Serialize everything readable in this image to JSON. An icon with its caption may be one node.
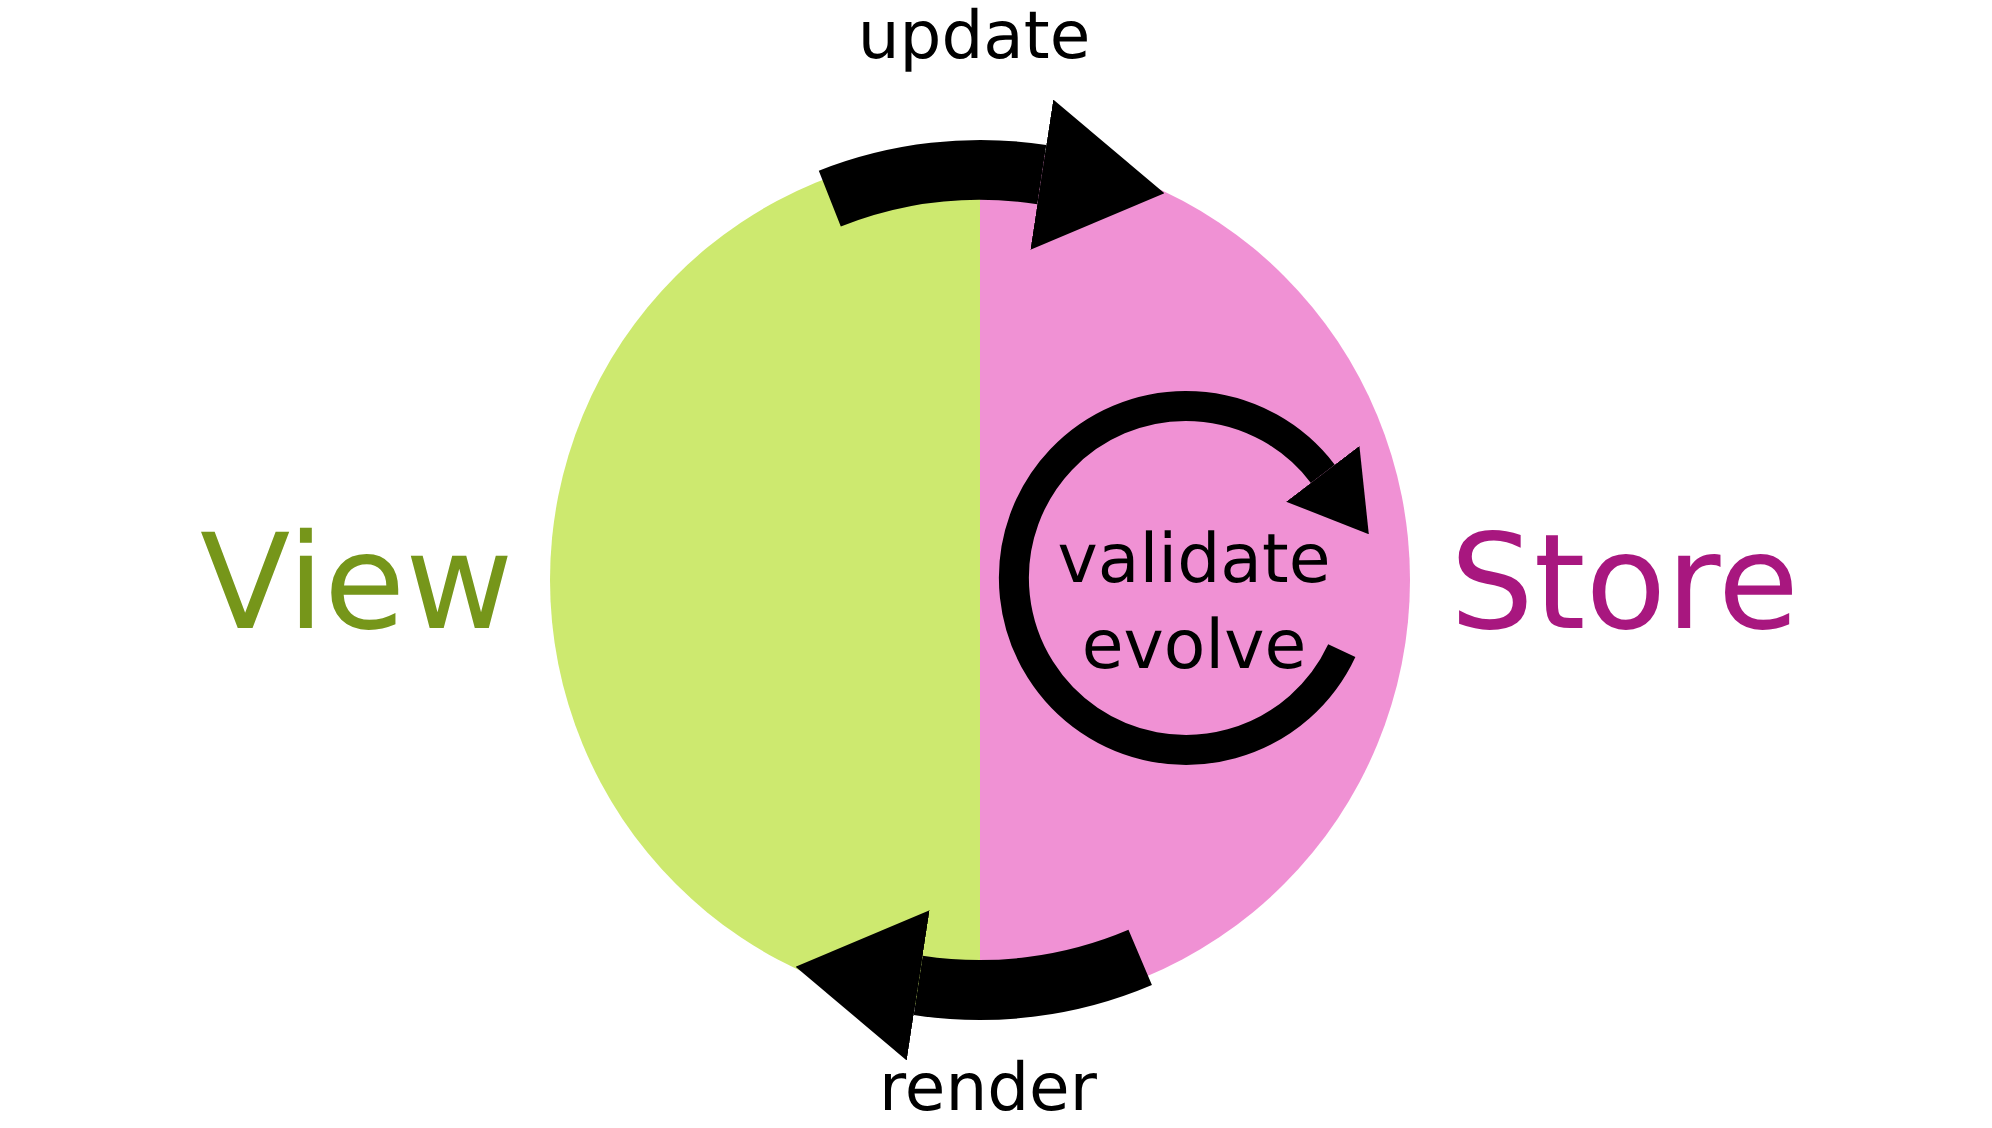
{
  "diagram": {
    "nodes": [
      {
        "text": [
          "View"
        ]
      },
      {
        "text": [
          "Store"
        ]
      }
    ],
    "edges": [
      {
        "from": 0,
        "to": 1,
        "arrow": "to",
        "label": "update"
      },
      {
        "from": 1,
        "to": 0,
        "arrow": "to",
        "label": "render"
      },
      {
        "from": 1,
        "to": 1,
        "arrow": "to",
        "label": "validate evolve"
      }
    ]
  }
}
